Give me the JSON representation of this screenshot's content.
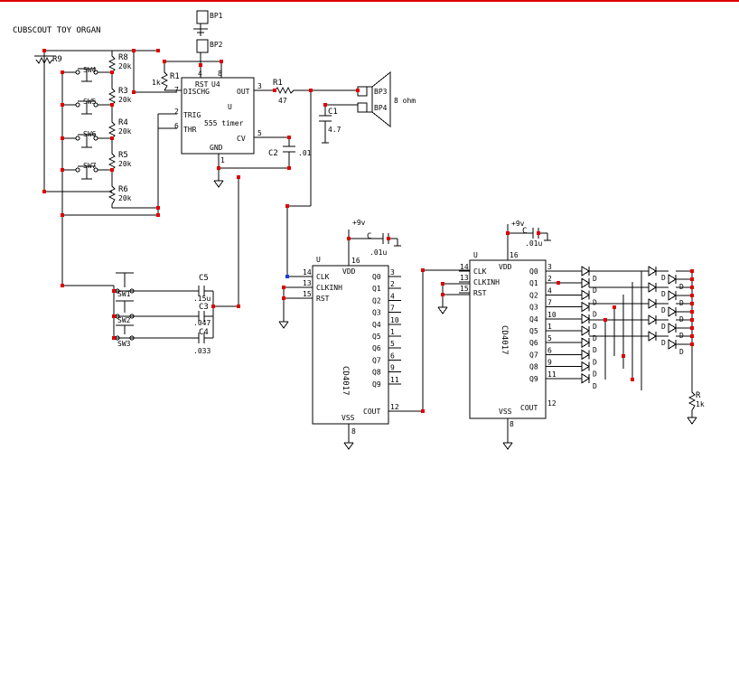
{
  "title": "CUBSCOUT TOY ORGAN",
  "colors": {
    "wire": "#000000",
    "junction": "#e00000",
    "frame": "#e00000",
    "pin": "#1a3fd6"
  },
  "resistors": [
    {
      "name": "R9",
      "value": ""
    },
    {
      "name": "R8",
      "value": "20k"
    },
    {
      "name": "R3",
      "value": "20k"
    },
    {
      "name": "R4",
      "value": "20k"
    },
    {
      "name": "R5",
      "value": "20k"
    },
    {
      "name": "R6",
      "value": "20k"
    },
    {
      "name": "R1",
      "value": "1k"
    },
    {
      "name": "R1",
      "value": "47"
    },
    {
      "name": "R",
      "value": "1k"
    }
  ],
  "switches": [
    "SW4",
    "SW5",
    "SW6",
    "SW7",
    "SW1",
    "SW2",
    "SW3"
  ],
  "timer": {
    "ref": "U",
    "name": "555 timer",
    "suffix": "U4",
    "pins": {
      "rst": "RST",
      "dischg": "DISCHG",
      "trig": "TRIG",
      "thr": "THR",
      "out": "OUT",
      "cv": "CV",
      "gnd": "GND"
    },
    "numbers": {
      "rst": "4",
      "vcc": "8",
      "dischg": "7",
      "trig": "2",
      "thr": "6",
      "out": "3",
      "cv": "5",
      "gnd": "1"
    }
  },
  "batteries": [
    "BP1",
    "BP2"
  ],
  "speaker": {
    "label": "8 ohm",
    "terms": [
      "BP3",
      "BP4"
    ]
  },
  "caps": [
    {
      "name": "C2",
      "value": ".01"
    },
    {
      "name": "C1",
      "value": "4.7"
    },
    {
      "name": "C5",
      "value": ".15u"
    },
    {
      "name": "C3",
      "value": ".047"
    },
    {
      "name": "C4",
      "value": ".033"
    },
    {
      "name": "C",
      "value": ".01u"
    },
    {
      "name": "C",
      "value": ".01u"
    }
  ],
  "supply": "+9v",
  "chips": [
    {
      "ref": "U",
      "name": "CD4017",
      "vdd": "VDD",
      "vdd_pin": "16",
      "vss": "VSS",
      "vss_pin": "8",
      "inputs": [
        {
          "label": "CLK",
          "pin": "14"
        },
        {
          "label": "CLKINH",
          "pin": "13"
        },
        {
          "label": "RST",
          "pin": "15"
        }
      ],
      "outputs": [
        {
          "label": "Q0",
          "pin": "3"
        },
        {
          "label": "Q1",
          "pin": "2"
        },
        {
          "label": "Q2",
          "pin": "4"
        },
        {
          "label": "Q3",
          "pin": "7"
        },
        {
          "label": "Q4",
          "pin": "10"
        },
        {
          "label": "Q5",
          "pin": "1"
        },
        {
          "label": "Q6",
          "pin": "5"
        },
        {
          "label": "Q7",
          "pin": "6"
        },
        {
          "label": "Q8",
          "pin": "9"
        },
        {
          "label": "Q9",
          "pin": "11"
        }
      ],
      "cout": "COUT",
      "cout_pin": "12"
    },
    {
      "ref": "U",
      "name": "CD4017",
      "vdd": "VDD",
      "vdd_pin": "16",
      "vss": "VSS",
      "vss_pin": "8",
      "inputs": [
        {
          "label": "CLK",
          "pin": "14"
        },
        {
          "label": "CLKINH",
          "pin": "13"
        },
        {
          "label": "RST",
          "pin": "15"
        }
      ],
      "outputs": [
        {
          "label": "Q0",
          "pin": "3"
        },
        {
          "label": "Q1",
          "pin": "2"
        },
        {
          "label": "Q2",
          "pin": "4"
        },
        {
          "label": "Q3",
          "pin": "7"
        },
        {
          "label": "Q4",
          "pin": "10"
        },
        {
          "label": "Q5",
          "pin": "1"
        },
        {
          "label": "Q6",
          "pin": "5"
        },
        {
          "label": "Q7",
          "pin": "6"
        },
        {
          "label": "Q8",
          "pin": "9"
        },
        {
          "label": "Q9",
          "pin": "11"
        }
      ],
      "cout": "COUT",
      "cout_pin": "12"
    }
  ],
  "diode_label": "D",
  "led_label": "D"
}
